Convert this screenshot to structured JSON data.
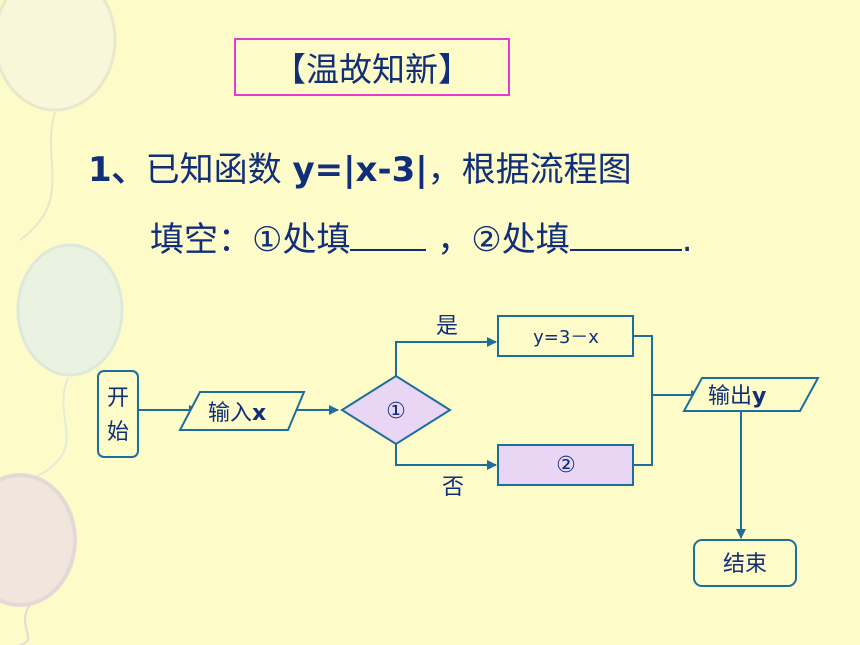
{
  "title": "【温故知新】",
  "question": {
    "number": "1、",
    "line1_a": "已知函数 ",
    "function": "y=|x-3|",
    "line1_b": "，根据流程图",
    "line2_a": "填空：①处填",
    "line2_sep": " ，②处填",
    "line2_end": "."
  },
  "flowchart": {
    "start": "开始",
    "start_char1": "开",
    "start_char2": "始",
    "input_prefix": "输入",
    "input_var": "x",
    "decision": "①",
    "yes": "是",
    "no": "否",
    "yes_box": "y=3－x",
    "no_box": "②",
    "output_prefix": "输出",
    "output_var": "y",
    "end": "结束"
  }
}
